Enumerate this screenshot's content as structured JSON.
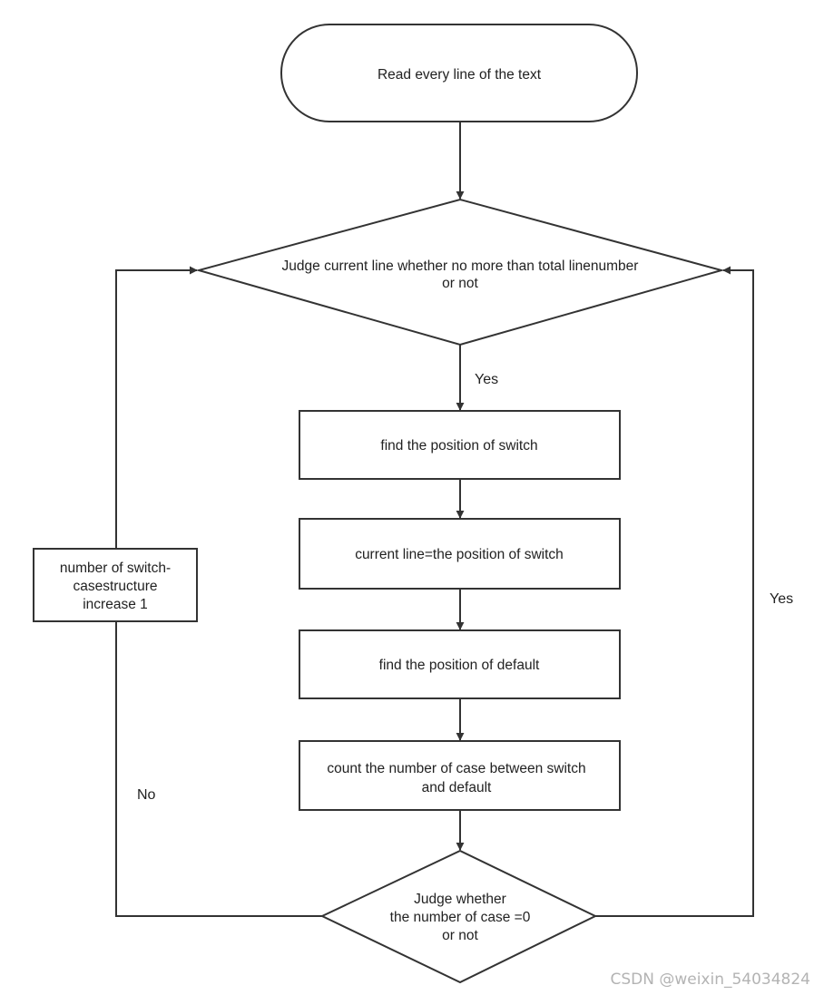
{
  "nodes": {
    "start": "Read every line of the text",
    "judge_line": [
      "Judge current line whether no more than total linenumber",
      "or not"
    ],
    "find_switch": "find the position of switch",
    "current_line": "current line=the position of switch",
    "find_default": "find the position of default",
    "count_case": [
      "count the number of case between switch",
      "and default"
    ],
    "judge_case": [
      "Judge whether",
      "the number of case =0",
      "or not"
    ],
    "increment": [
      "number of switch-",
      "casestructure",
      "increase 1"
    ]
  },
  "labels": {
    "yes_main": "Yes",
    "yes_loop": "Yes",
    "no_loop": "No"
  },
  "watermark": "CSDN @weixin_54034824"
}
